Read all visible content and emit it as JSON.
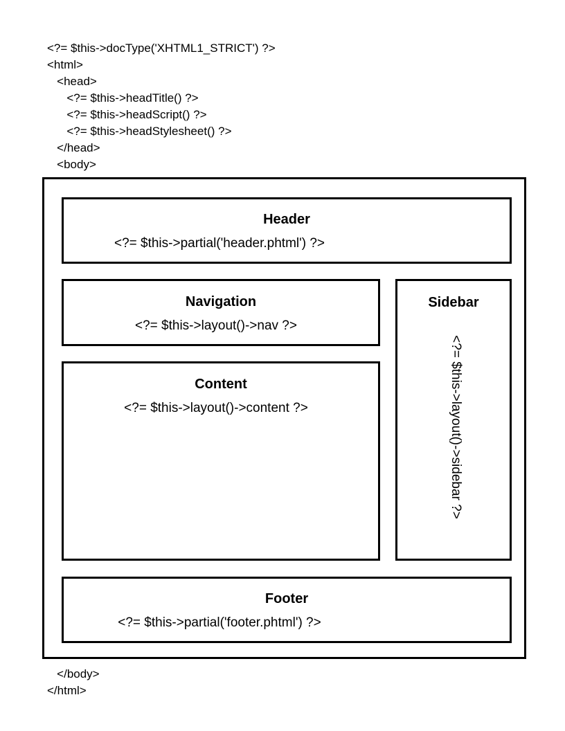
{
  "top_code": {
    "lines": [
      "<?= $this->docType('XHTML1_STRICT') ?>",
      "<html>",
      "   <head>",
      "      <?= $this->headTitle() ?>",
      "      <?= $this->headScript() ?>",
      "      <?= $this->headStylesheet() ?>",
      "   </head>",
      "   <body>"
    ],
    "text": "<?= $this->docType('XHTML1_STRICT') ?>\n<html>\n   <head>\n      <?= $this->headTitle() ?>\n      <?= $this->headScript() ?>\n      <?= $this->headStylesheet() ?>\n   </head>\n   <body>"
  },
  "bottom_code": {
    "lines": [
      "   </body>",
      "</html>"
    ],
    "text": "   </body>\n</html>"
  },
  "layout_regions": {
    "header": {
      "title": "Header",
      "code": "<?= $this->partial('header.phtml') ?>"
    },
    "navigation": {
      "title": "Navigation",
      "code": "<?= $this->layout()->nav ?>"
    },
    "content": {
      "title": "Content",
      "code": "<?= $this->layout()->content ?>"
    },
    "sidebar": {
      "title": "Sidebar",
      "code": "<?= $this->layout()->sidebar ?>"
    },
    "footer": {
      "title": "Footer",
      "code": "<?= $this->partial('footer.phtml') ?>"
    }
  },
  "colors": {
    "background": "#ffffff",
    "stroke": "#000000",
    "text": "#000000"
  }
}
